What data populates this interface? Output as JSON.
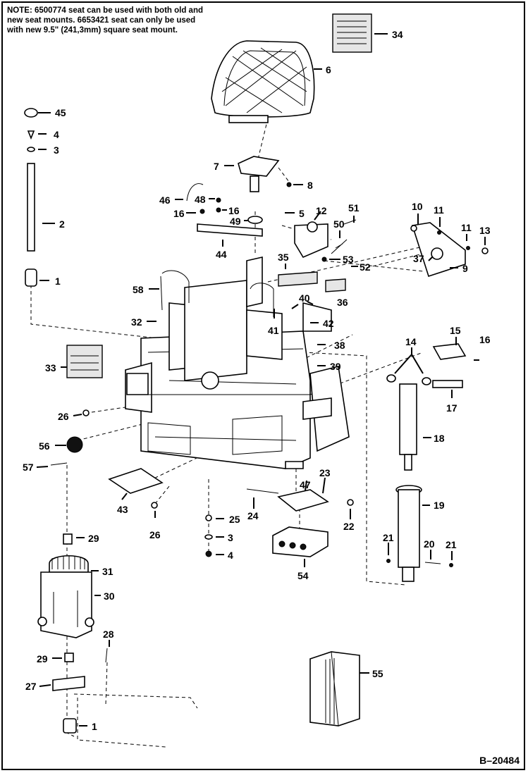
{
  "note": {
    "prefix": "NOTE:",
    "text": "6500774 seat can be used with both old and new seat mounts. 6653421 seat can only be used with new 9.5\" (241,3mm) square seat mount."
  },
  "drawing_code": "B–20484",
  "callouts": [
    "45",
    "4",
    "3",
    "2",
    "1",
    "34",
    "6",
    "7",
    "8",
    "46",
    "48",
    "16",
    "16",
    "49",
    "5",
    "12",
    "51",
    "50",
    "53",
    "52",
    "44",
    "35",
    "10",
    "11",
    "11",
    "13",
    "37",
    "9",
    "58",
    "32",
    "40",
    "41",
    "36",
    "42",
    "38",
    "39",
    "33",
    "15",
    "16",
    "14",
    "17",
    "18",
    "26",
    "56",
    "57",
    "43",
    "26",
    "25",
    "3",
    "4",
    "24",
    "47",
    "23",
    "22",
    "54",
    "19",
    "21",
    "20",
    "21",
    "29",
    "31",
    "30",
    "28",
    "29",
    "27",
    "55",
    "1"
  ]
}
